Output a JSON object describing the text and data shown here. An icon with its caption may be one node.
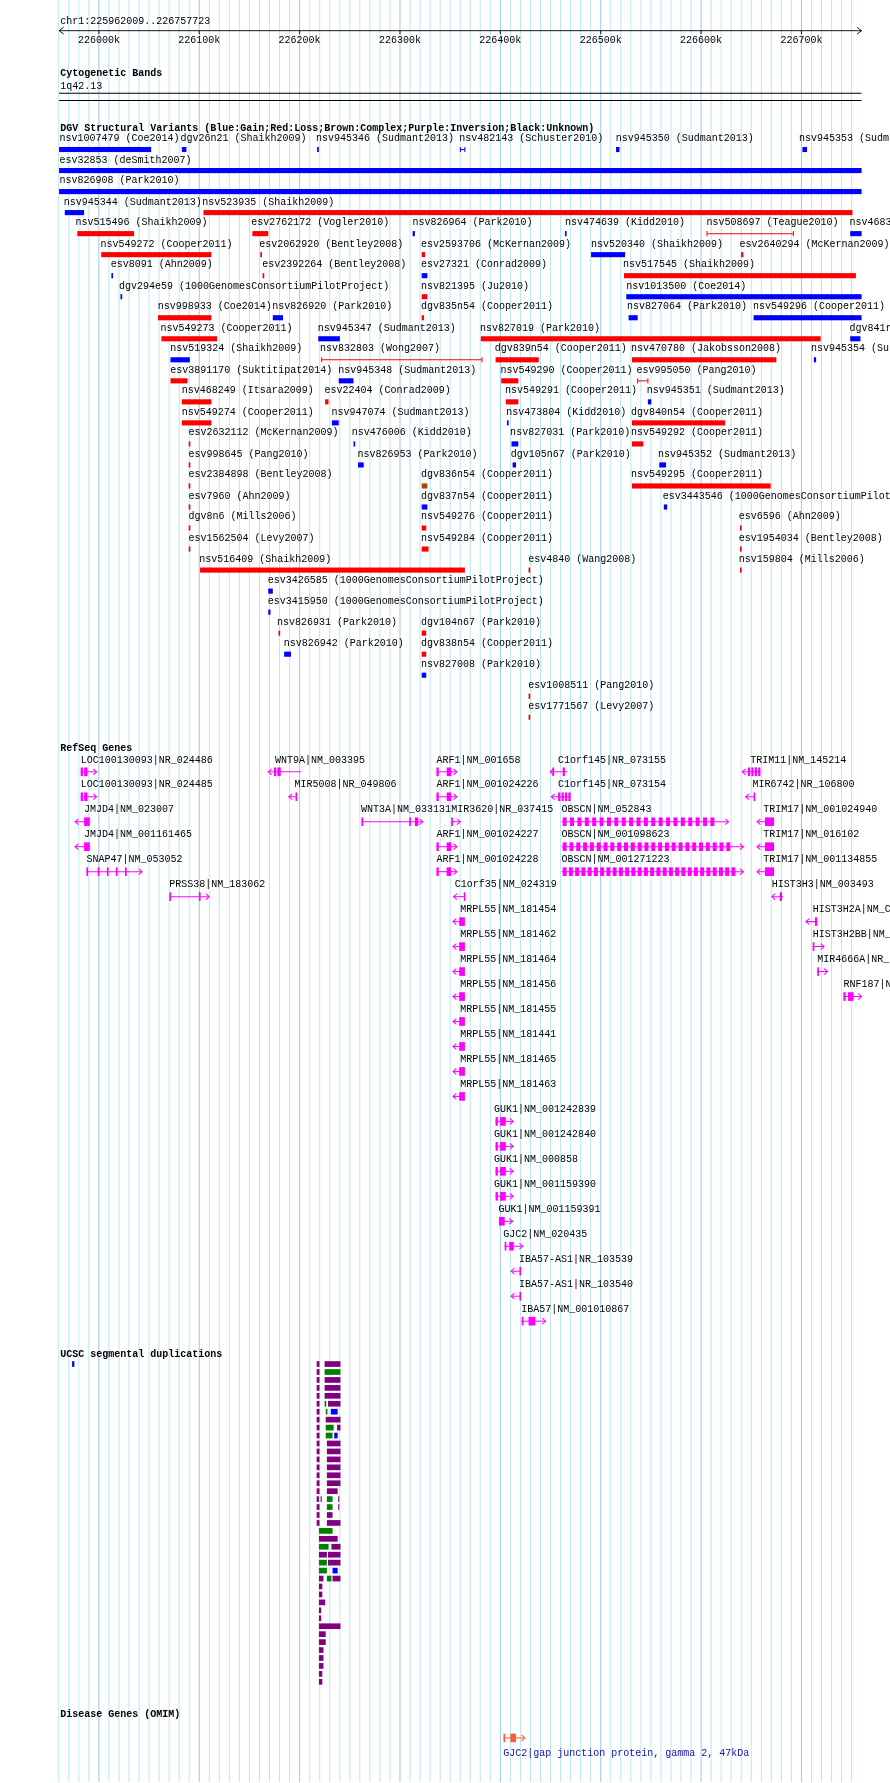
{
  "diagram": {
    "labels": [
      "chr1:225962009..226757723",
      "226000k",
      "226100k",
      "226200k",
      "226300k",
      "226400k",
      "226500k",
      "226600k",
      "226700k",
      "Cytogenetic Bands",
      "1q42.13",
      "DGV Structural Variants (Blue:Gain;Red:Loss;Brown:Complex;Purple:Inversion;Black:Unknown)",
      "nsv1007479 (Coe2014)",
      "dgv26n21 (Shaikh2009)",
      "nsv945346 (Sudmant2013)",
      "nsv482143 (Schuster2010)",
      "nsv945350 (Sudmant2013)",
      "nsv945353 (Sudm",
      "esv32853 (deSmith2007)",
      "nsv826908 (Park2010)",
      "nsv945344 (Sudmant2013)",
      "nsv523935 (Shaikh2009)",
      "nsv515496 (Shaikh2009)",
      "esv2762172 (Vogler2010)",
      "nsv826964 (Park2010)",
      "nsv474639 (Kidd2010)",
      "nsv508697 (Teague2010)",
      "nsv4683",
      "nsv549272 (Cooper2011)",
      "esv2062920 (Bentley2008)",
      "esv2593706 (McKernan2009)",
      "nsv520340 (Shaikh2009)",
      "esv2640294 (McKernan2009)",
      "esv8091 (Ahn2009)",
      "esv2392264 (Bentley2008)",
      "esv27321 (Conrad2009)",
      "nsv517545 (Shaikh2009)",
      "dgv294e59 (1000GenomesConsortiumPilotProject)",
      "nsv821395 (Ju2010)",
      "nsv1013500 (Coe2014)",
      "nsv998933 (Coe2014)",
      "nsv826920 (Park2010)",
      "dgv835n54 (Cooper2011)",
      "nsv827064 (Park2010)",
      "nsv549296 (Cooper2011)",
      "nsv549273 (Cooper2011)",
      "nsv945347 (Sudmant2013)",
      "nsv827019 (Park2010)",
      "dgv841r",
      "nsv519324 (Shaikh2009)",
      "nsv832803 (Wong2007)",
      "dgv839n54 (Cooper2011)",
      "nsv470780 (Jakobsson2008)",
      "nsv945354 (Su",
      "esv3891170 (Suktitipat2014)",
      "nsv945348 (Sudmant2013)",
      "nsv549290 (Cooper2011)",
      "esv995050 (Pang2010)",
      "nsv468249 (Itsara2009)",
      "esv22404 (Conrad2009)",
      "nsv549291 (Cooper2011)",
      "nsv945351 (Sudmant2013)",
      "nsv549274 (Cooper2011)",
      "nsv947074 (Sudmant2013)",
      "nsv473804 (Kidd2010)",
      "dgv840n54 (Cooper2011)",
      "esv2632112 (McKernan2009)",
      "nsv476006 (Kidd2010)",
      "nsv827031 (Park2010)",
      "nsv549292 (Cooper2011)",
      "esv998645 (Pang2010)",
      "nsv826953 (Park2010)",
      "dgv105n67 (Park2010)",
      "nsv945352 (Sudmant2013)",
      "esv2384898 (Bentley2008)",
      "dgv836n54 (Cooper2011)",
      "nsv549295 (Cooper2011)",
      "esv7960 (Ahn2009)",
      "dgv837n54 (Cooper2011)",
      "esv3443546 (1000GenomesConsortiumPilot",
      "dgv8n6 (Mills2006)",
      "nsv549276 (Cooper2011)",
      "esv6596 (Ahn2009)",
      "esv1562504 (Levy2007)",
      "nsv549284 (Cooper2011)",
      "esv1954034 (Bentley2008)",
      "nsv516409 (Shaikh2009)",
      "esv4840 (Wang2008)",
      "nsv159804 (Mills2006)",
      "esv3426585 (1000GenomesConsortiumPilotProject)",
      "esv3415950 (1000GenomesConsortiumPilotProject)",
      "nsv826931 (Park2010)",
      "dgv104n67 (Park2010)",
      "nsv826942 (Park2010)",
      "dgv838n54 (Cooper2011)",
      "nsv827008 (Park2010)",
      "esv1008511 (Pang2010)",
      "esv1771567 (Levy2007)",
      "RefSeq Genes",
      "LOC100130093|NR_024486",
      "WNT9A|NM_003395",
      "ARF1|NM_001658",
      "C1orf145|NR_073155",
      "TRIM11|NM_145214",
      "LOC100130093|NR_024485",
      "MIR5008|NR_049806",
      "ARF1|NM_001024226",
      "C1orf145|NR_073154",
      "MIR6742|NR_106800",
      "JMJD4|NM_023007",
      "WNT3A|NM_033131",
      "MIR3620|NR_037415",
      "OBSCN|NM_052843",
      "TRIM17|NM_001024940",
      "JMJD4|NM_001161465",
      "ARF1|NM_001024227",
      "OBSCN|NM_001098623",
      "TRIM17|NM_016102",
      "SNAP47|NM_053052",
      "ARF1|NM_001024228",
      "OBSCN|NM_001271223",
      "TRIM17|NM_001134855",
      "PRSS38|NM_183062",
      "C1orf35|NM_024319",
      "HIST3H3|NM_003493",
      "MRPL55|NM_181454",
      "HIST3H2A|NM_C",
      "MRPL55|NM_181462",
      "HIST3H2BB|NM_",
      "MRPL55|NM_181464",
      "MIR4666A|NR_",
      "MRPL55|NM_181456",
      "RNF187|N",
      "MRPL55|NM_181455",
      "MRPL55|NM_181441",
      "MRPL55|NM_181465",
      "MRPL55|NM_181463",
      "GUK1|NM_001242839",
      "GUK1|NM_001242840",
      "GUK1|NM_000858",
      "GUK1|NM_001159390",
      "GUK1|NM_001159391",
      "GJC2|NM_020435",
      "IBA57-AS1|NR_103539",
      "IBA57-AS1|NR_103540",
      "IBA57|NM_001010867",
      "UCSC segmental duplications",
      "Disease Genes (OMIM)",
      "GJC2|gap junction protein, gamma 2, 47kDa"
    ]
  }
}
